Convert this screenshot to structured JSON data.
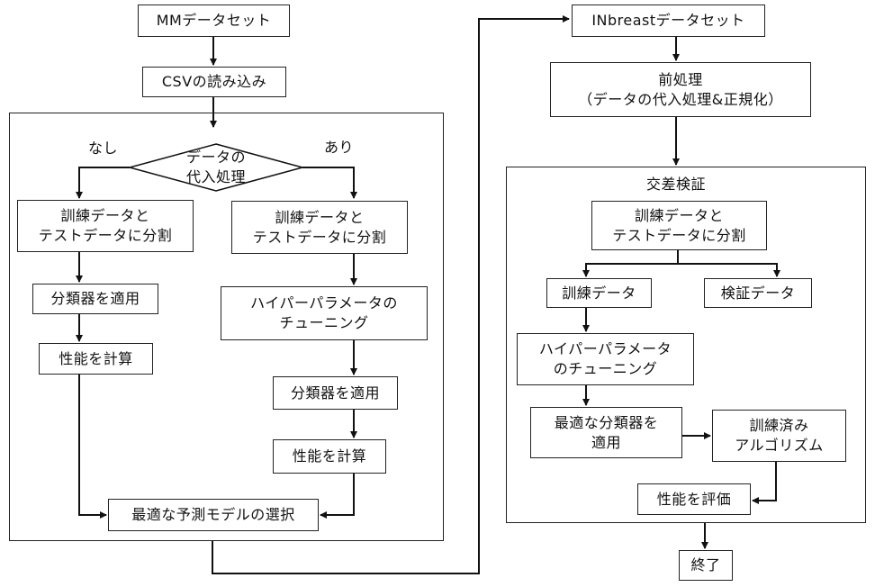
{
  "left": {
    "dataset": "MMデータセット",
    "load_csv": "CSVの読み込み",
    "decision": [
      "データの",
      "代入処理"
    ],
    "branch_no": "なし",
    "branch_yes": "あり",
    "no_path": {
      "split": [
        "訓練データと",
        "テストデータに分割"
      ],
      "apply": "分類器を適用",
      "compute": "性能を計算"
    },
    "yes_path": {
      "split": [
        "訓練データと",
        "テストデータに分割"
      ],
      "tuning": [
        "ハイパーパラメータの",
        "チューニング"
      ],
      "apply": "分類器を適用",
      "compute": "性能を計算"
    },
    "select": "最適な予測モデルの選択"
  },
  "right": {
    "dataset": "INbreastデータセット",
    "preprocess": [
      "前処理",
      "（データの代入処理&正規化）"
    ],
    "cv_title": "交差検証",
    "split": [
      "訓練データと",
      "テストデータに分割"
    ],
    "train": "訓練データ",
    "valid": "検証データ",
    "tuning": [
      "ハイパーパラメータ",
      "のチューニング"
    ],
    "best": [
      "最適な分類器を",
      "適用"
    ],
    "trained": [
      "訓練済み",
      "アルゴリズム"
    ],
    "evaluate": "性能を評価",
    "end": "終了"
  }
}
